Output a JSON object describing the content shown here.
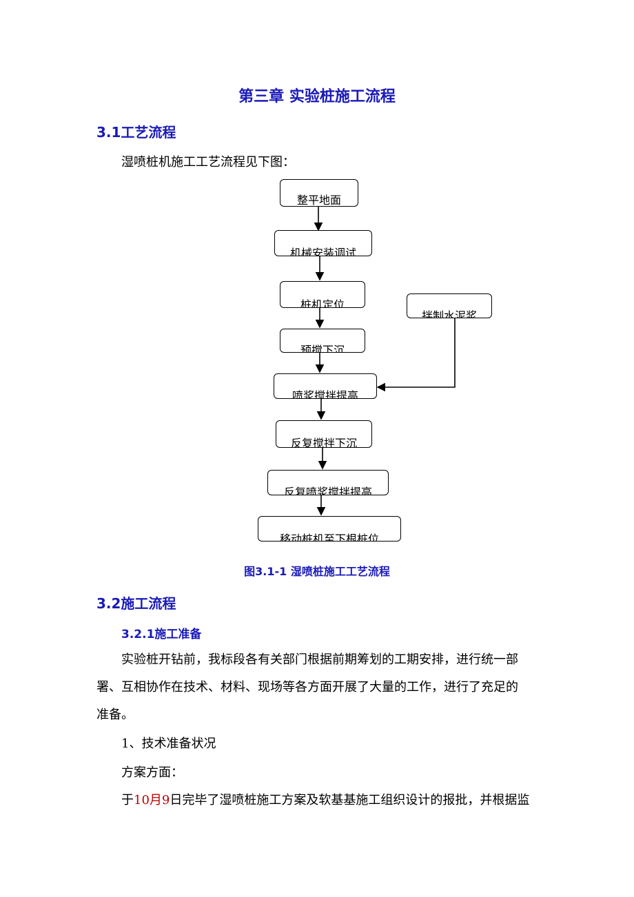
{
  "chapter_title": "第三章  实验桩施工流程",
  "section_1": {
    "heading": "3.1工艺流程",
    "intro": "湿喷桩机施工工艺流程见下图：",
    "flowchart": {
      "steps": [
        "整平地面",
        "机械安装调试",
        "桩机定位",
        "预搅下沉",
        "喷浆搅拌提高",
        "反复搅拌下沉",
        "反复喷浆搅拌提高",
        "移动桩机至下根桩位"
      ],
      "side_step": "拌制水泥浆"
    },
    "caption": "图3.1-1   湿喷桩施工工艺流程"
  },
  "section_2": {
    "heading": "3.2施工流程",
    "subheading": "3.2.1施工准备",
    "para1_line1": "实验桩开钻前，我标段各有关部门根据前期筹划的工期安排，进行统一部",
    "para1_line2": "署、互相协作在技术、材料、现场等各方面开展了大量的工作，进行了充足的",
    "para1_line3": "准备。",
    "item1": "1、技术准备状况",
    "item1_sub": "方案方面：",
    "para2_prefix": "于",
    "para2_date": "10月9",
    "para2_rest": "日完毕了湿喷桩施工方案及软基基施工组织设计的报批，并根据监"
  },
  "colors": {
    "heading": "#1a1ab8",
    "date_highlight": "#c00000"
  }
}
